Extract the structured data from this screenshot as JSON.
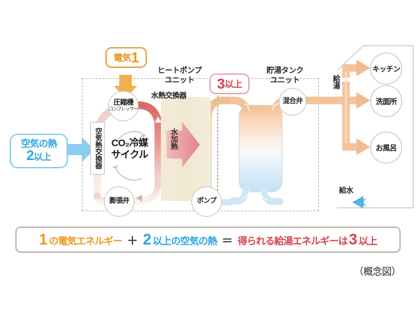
{
  "diagram": {
    "caption": "（概念図）",
    "badges": {
      "electricity": {
        "label": "電気",
        "value": "1",
        "color": "#e8951f"
      },
      "air_heat": {
        "label": "空気の熱",
        "value": "2",
        "suffix": "以上",
        "color": "#2ba6e0"
      },
      "output": {
        "value": "3",
        "suffix": "以上",
        "color": "#d4434f"
      }
    },
    "units": {
      "heat_pump": "ヒートポンプ\nユニット",
      "heat_pump_line1": "ヒートポンプ",
      "heat_pump_line2": "ユニット",
      "tank_line1": "貯湯タンク",
      "tank_line2": "ユニット"
    },
    "components": {
      "compressor_main": "圧縮機",
      "compressor_sub": "コンプレッサー",
      "air_heat_exchanger": "空気熱交換器",
      "water_heat_exchanger": "水熱交換器",
      "expansion_valve": "膨張弁",
      "pump": "ポンプ",
      "mixing_valve": "混合弁",
      "co2_cycle_line1": "CO₂冷媒",
      "co2_cycle_line2": "サイクル",
      "water_heating_v": "水加熱"
    },
    "flows": {
      "hot_water_supply": "給湯",
      "water_inlet": "給水"
    },
    "destinations": [
      {
        "label": "キッチン"
      },
      {
        "label": "洗面所"
      },
      {
        "label": "お風呂"
      }
    ],
    "formula": {
      "num1": "1",
      "text1": "の電気エネルギー",
      "op_plus": "＋",
      "num2": "2",
      "text2": "以上の空気の熱",
      "op_eq": "＝",
      "text3": "得られる給湯エネルギーは",
      "num3": "3",
      "text4": "以上"
    },
    "colors": {
      "orange": "#e8951f",
      "blue": "#2ba6e0",
      "red": "#d4434f",
      "pink_arrow": "#e9939c",
      "beige_pipe": "#f0c39a"
    }
  }
}
